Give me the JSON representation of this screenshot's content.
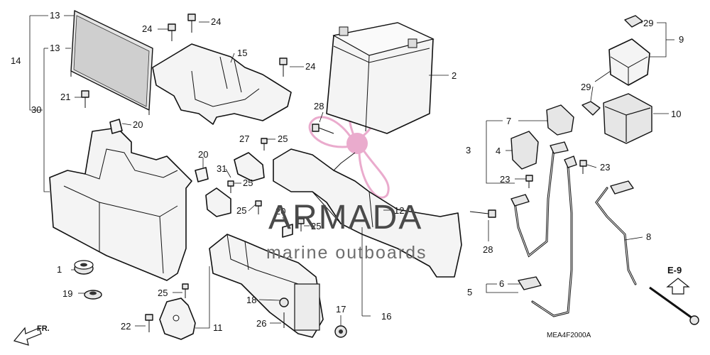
{
  "diagram": {
    "labels": {
      "p1": "1",
      "p2": "2",
      "p3": "3",
      "p4": "4",
      "p5": "5",
      "p6": "6",
      "p7": "7",
      "p8": "8",
      "p9": "9",
      "p10": "10",
      "p11": "11",
      "p12": "12",
      "p13a": "13",
      "p13b": "13",
      "p14": "14",
      "p15": "15",
      "p16": "16",
      "p17": "17",
      "p18": "18",
      "p19": "19",
      "p20a": "20",
      "p20b": "20",
      "p20c": "20",
      "p21": "21",
      "p22": "22",
      "p23a": "23",
      "p23b": "23",
      "p24a": "24",
      "p24b": "24",
      "p24c": "24",
      "p25a": "25",
      "p25b": "25",
      "p25c": "25",
      "p25d": "25",
      "p25e": "25",
      "p26": "26",
      "p27": "27",
      "p28a": "28",
      "p28b": "28",
      "p29a": "29",
      "p29b": "29",
      "p30": "30",
      "p31": "31"
    },
    "reference": "E-9",
    "front_label": "FR.",
    "code": "MEA4F2000A"
  },
  "watermark": {
    "brand": "ARMADA",
    "tagline": "marine outboards",
    "logo_color": "#e8a2c8"
  }
}
